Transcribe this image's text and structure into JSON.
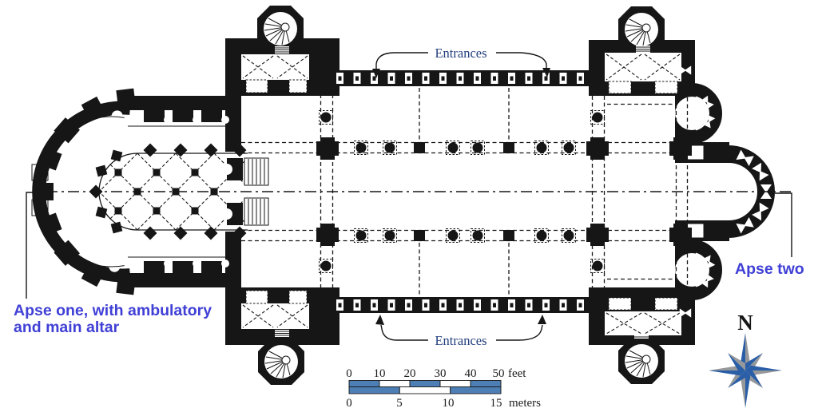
{
  "figure_type": "romanesque-church-floor-plan",
  "labels": {
    "entrances_top": "Entrances",
    "entrances_bottom": "Entrances",
    "apse_one_line1": "Apse one, with ambulatory",
    "apse_one_line2": "and main altar",
    "apse_two": "Apse two"
  },
  "compass": {
    "north_label": "N"
  },
  "scale_bar": {
    "feet_ticks": [
      "0",
      "10",
      "20",
      "30",
      "40",
      "50"
    ],
    "feet_unit_label": "feet",
    "meters_ticks": [
      "0",
      "5",
      "10",
      "15"
    ],
    "meters_unit_label": "meters"
  },
  "colors": {
    "plan_ink": "#161616",
    "background": "#ffffff",
    "caption_navy": "#24407f",
    "annotation_blue": "#4040d6",
    "scale_fill_blue": "#4d7fb5",
    "compass_blue": "#2a5fa8",
    "compass_gray": "#97989a"
  }
}
